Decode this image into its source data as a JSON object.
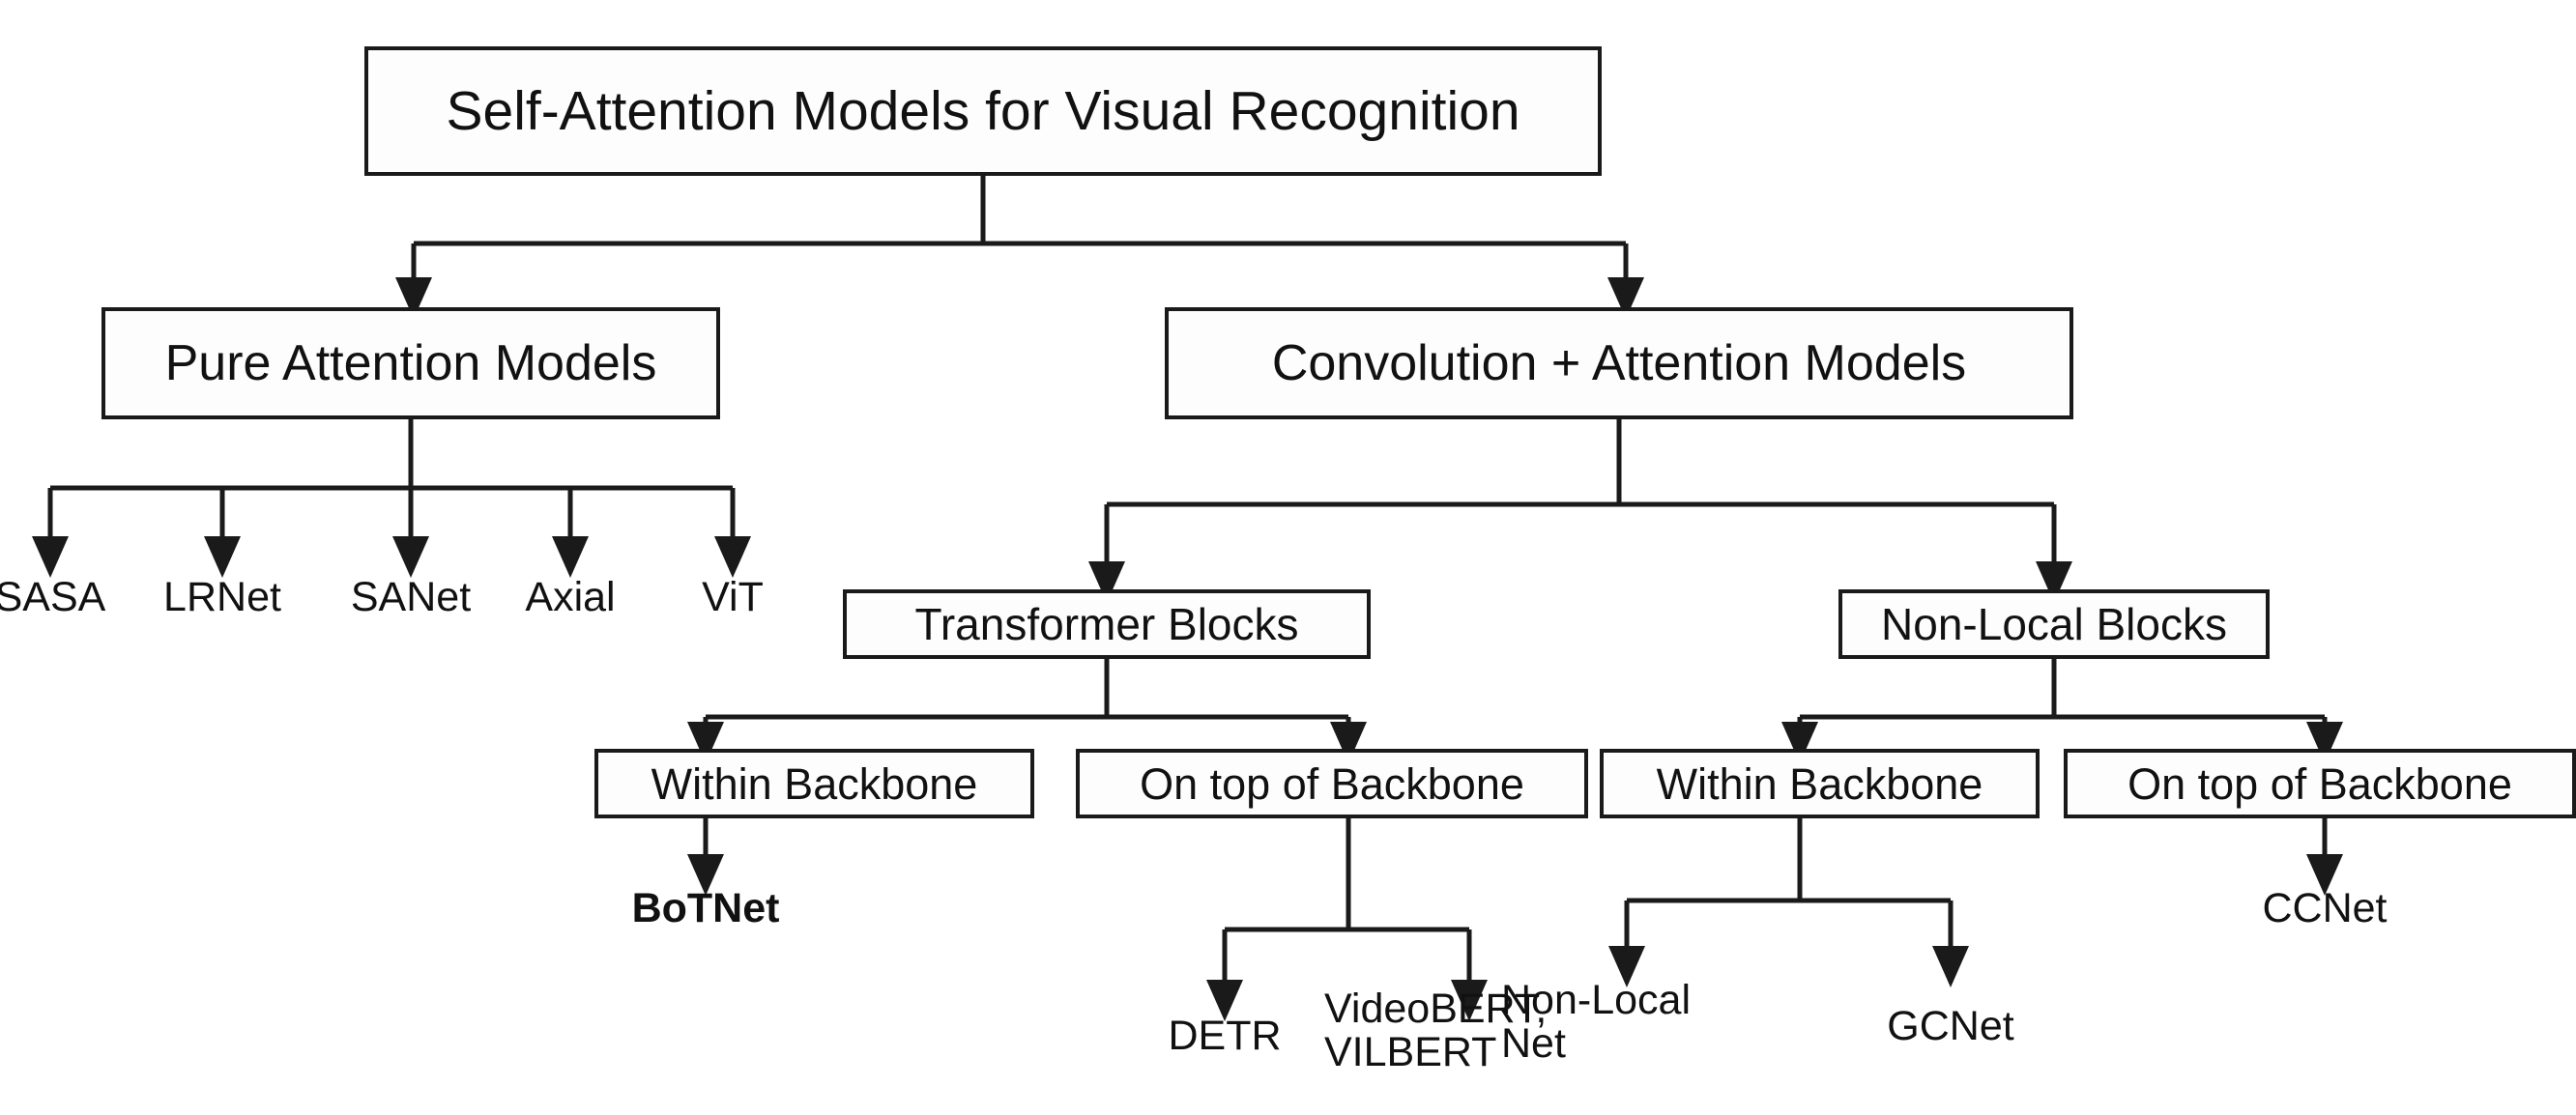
{
  "diagram": {
    "title": "Self-Attention Models for Visual Recognition",
    "type": "hierarchy-tree",
    "line_color": "#1a1a1a",
    "box_fill": "#fdfdfd",
    "text_color": "#111111",
    "root": {
      "label": "Self-Attention Models for Visual Recognition"
    },
    "level2": [
      {
        "label": "Pure Attention Models"
      },
      {
        "label": "Convolution + Attention Models"
      }
    ],
    "pure_attention_leaves": [
      {
        "label": "SASA"
      },
      {
        "label": "LRNet"
      },
      {
        "label": "SANet"
      },
      {
        "label": "Axial"
      },
      {
        "label": "ViT"
      }
    ],
    "level3": [
      {
        "label": "Transformer Blocks"
      },
      {
        "label": "Non-Local Blocks"
      }
    ],
    "level4": [
      {
        "label": "Within Backbone"
      },
      {
        "label": "On top of Backbone"
      },
      {
        "label": "Within Backbone"
      },
      {
        "label": "On top of Backbone"
      }
    ],
    "level5": [
      {
        "label": "BoTNet",
        "bold": true
      },
      {
        "label": "DETR",
        "bold": false
      },
      {
        "label_line1": "VideoBERT,",
        "label_line2": "VILBERT",
        "bold": false
      },
      {
        "label_line1": "Non-Local",
        "label_line2": "Net",
        "bold": false
      },
      {
        "label": "GCNet",
        "bold": false
      },
      {
        "label": "CCNet",
        "bold": false
      }
    ]
  }
}
